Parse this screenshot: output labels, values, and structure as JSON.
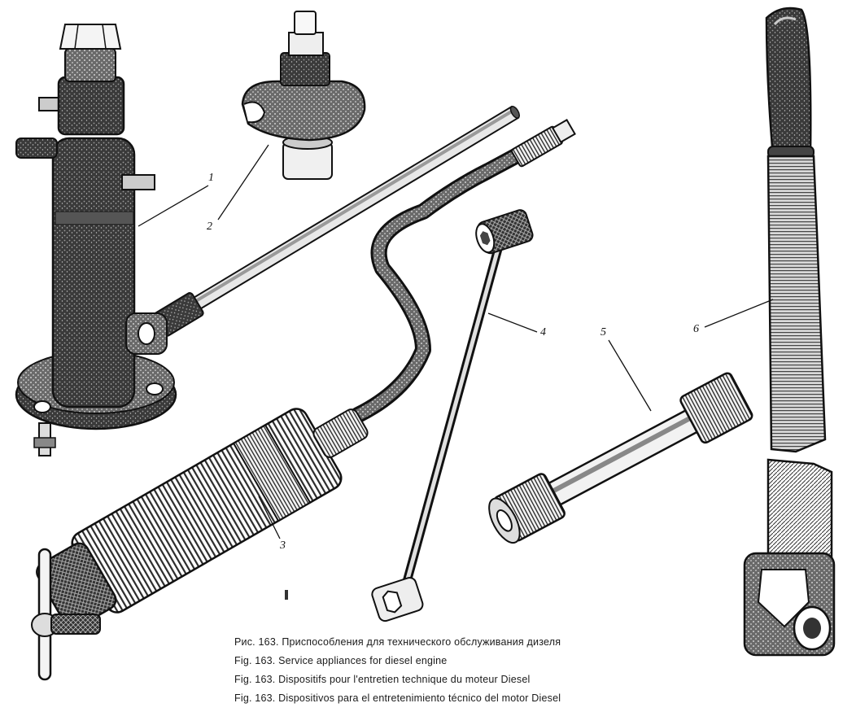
{
  "figure": {
    "callouts": {
      "c1": "1",
      "c2": "2",
      "c3": "3",
      "c4": "4",
      "c5": "5",
      "c6": "6"
    },
    "captions": {
      "ru": "Рис. 163. Приспособления для технического обслуживания дизеля",
      "en": "Fig. 163. Service appliances for diesel engine",
      "fr": "Fig. 163. Dispositifs pour l'entretien technique du moteur Diesel",
      "es": "Fig. 163. Dispositivos para el entretenimiento técnico del motor Diesel"
    }
  }
}
